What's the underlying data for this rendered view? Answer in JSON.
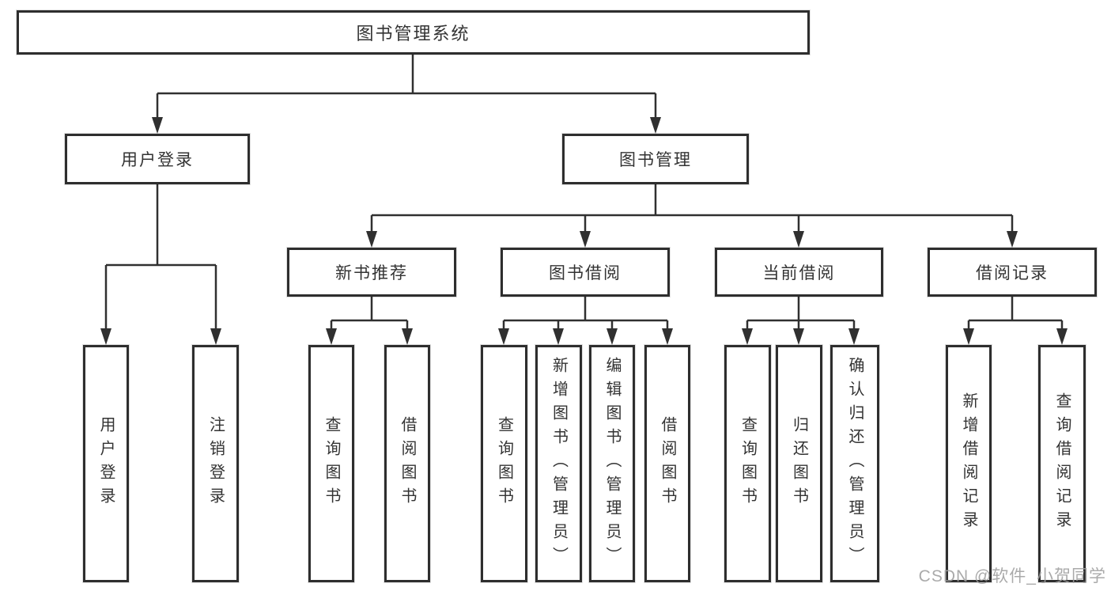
{
  "tree": {
    "label": "图书管理系统",
    "children": [
      {
        "label": "用户登录",
        "children": [
          {
            "label": "用户登录"
          },
          {
            "label": "注销登录"
          }
        ]
      },
      {
        "label": "图书管理",
        "children": [
          {
            "label": "新书推荐",
            "children": [
              {
                "label": "查询图书"
              },
              {
                "label": "借阅图书"
              }
            ]
          },
          {
            "label": "图书借阅",
            "children": [
              {
                "label": "查询图书"
              },
              {
                "label": "新增图书（管理员）"
              },
              {
                "label": "编辑图书（管理员）"
              },
              {
                "label": "借阅图书"
              }
            ]
          },
          {
            "label": "当前借阅",
            "children": [
              {
                "label": "查询图书"
              },
              {
                "label": "归还图书"
              },
              {
                "label": "确认归还（管理员）"
              }
            ]
          },
          {
            "label": "借阅记录",
            "children": [
              {
                "label": "新增借阅记录"
              },
              {
                "label": "查询借阅记录"
              }
            ]
          }
        ]
      }
    ]
  },
  "watermark": {
    "text": "CSDN @软件_小贺同学"
  },
  "colors": {
    "line": "#303030",
    "box_border": "#2e2e2e",
    "text": "#333333",
    "watermark": "#9e9e9e",
    "background": "#ffffff"
  }
}
